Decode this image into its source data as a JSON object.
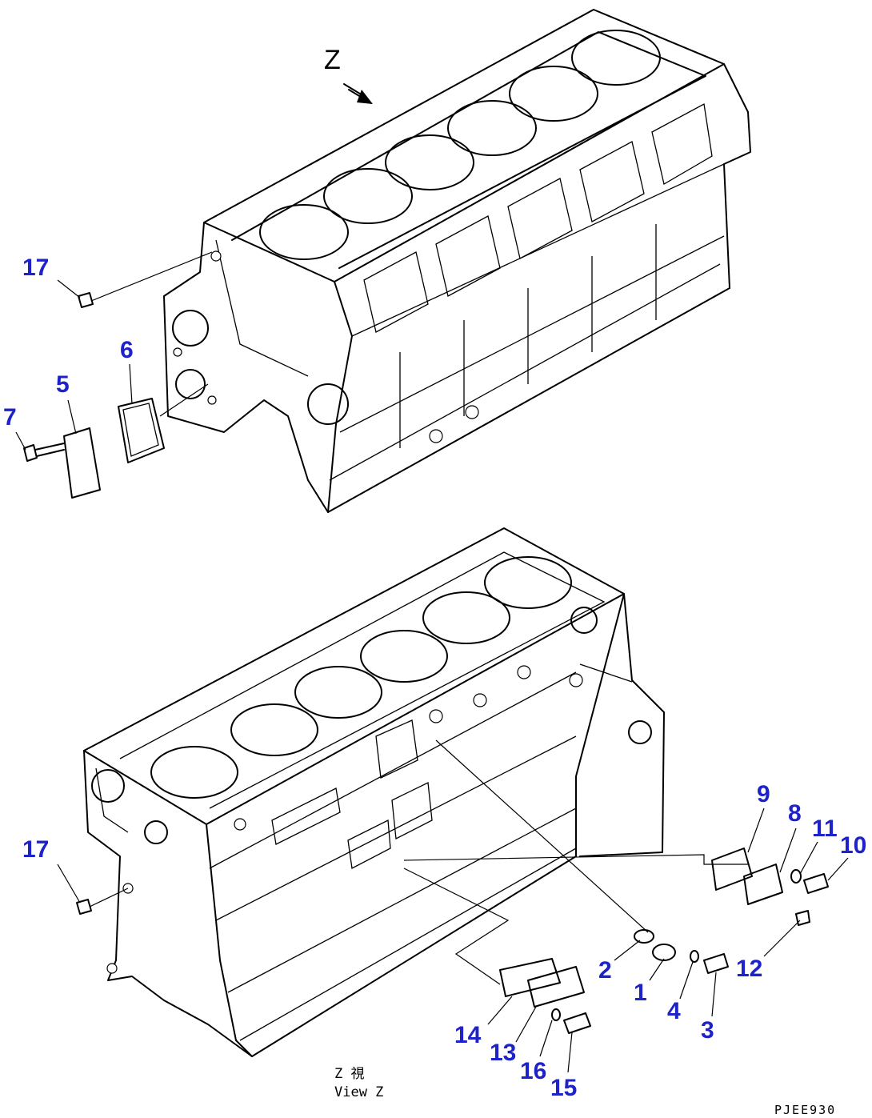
{
  "view_letter": "Z",
  "view_caption": {
    "line1": "Z 視",
    "line2": "View Z"
  },
  "drawing_code": "PJEE930",
  "colors": {
    "label": "#1e22c9",
    "line": "#000000",
    "background": "#ffffff"
  },
  "labels": {
    "p1": "1",
    "p2": "2",
    "p3": "3",
    "p4": "4",
    "p5": "5",
    "p6": "6",
    "p7": "7",
    "p8": "8",
    "p9": "9",
    "p10": "10",
    "p11": "11",
    "p12": "12",
    "p13": "13",
    "p14": "14",
    "p15": "15",
    "p16": "16",
    "p17_top": "17",
    "p17_bottom": "17"
  }
}
